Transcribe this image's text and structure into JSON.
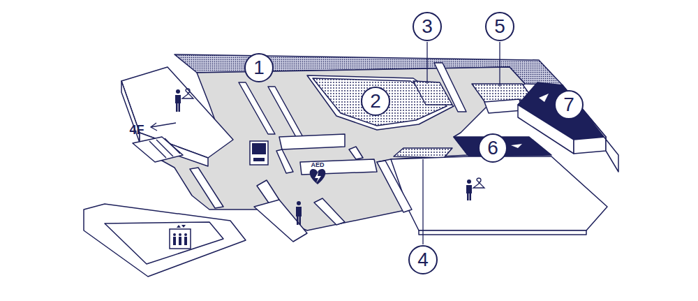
{
  "diagram": {
    "labels": [
      "1",
      "2",
      "3",
      "4",
      "5",
      "6",
      "7",
      "4F",
      "AED"
    ]
  }
}
